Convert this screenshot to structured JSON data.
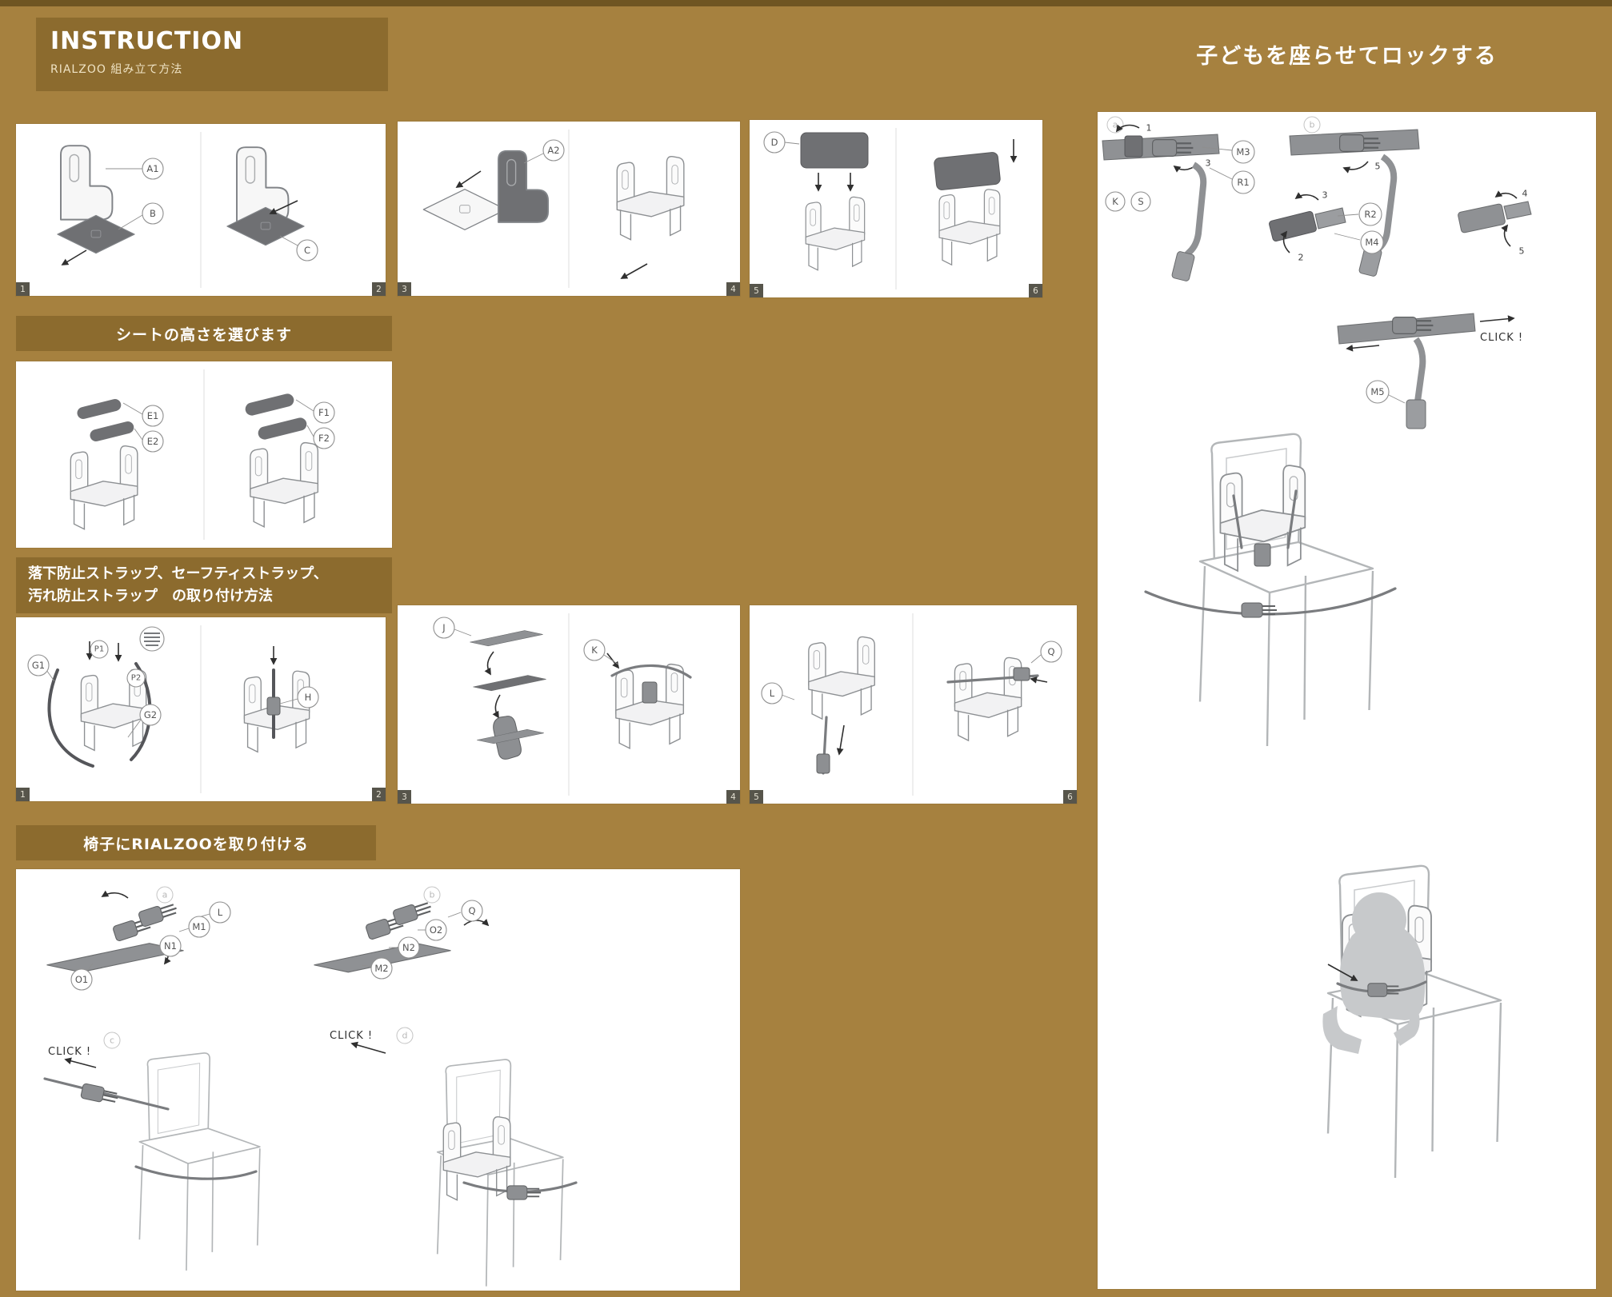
{
  "theme": {
    "bg": "#a6813f",
    "band": "#8c6b2e",
    "top_strip": "#6f5522",
    "panel": "#ffffff",
    "line": "#9aa0a3",
    "dark_part": "#6f7073",
    "ink": "#2f2f2f"
  },
  "header": {
    "title": "INSTRUCTION",
    "subtitle": "RIALZOO 組み立て方法"
  },
  "right_panel": {
    "heading": "子どもを座らせてロックする"
  },
  "section_headings": {
    "seat_height": "シートの高さを選びます",
    "straps_line1": "落下防止ストラップ、セーフティストラップ、",
    "straps_line2": "汚れ防止ストラップ　の取り付け方法",
    "attach_chair": "椅子にRIALZOOを取り付ける"
  },
  "steps": {
    "s1": "1",
    "s2": "2",
    "s3": "3",
    "s4": "4",
    "s5": "5",
    "s6": "6"
  },
  "callouts": {
    "A1": "A1",
    "B": "B",
    "C": "C",
    "A2": "A2",
    "D": "D",
    "E1": "E1",
    "E2": "E2",
    "F1": "F1",
    "F2": "F2",
    "G1": "G1",
    "G2": "G2",
    "P1": "P1",
    "P2": "P2",
    "H": "H",
    "J": "J",
    "K": "K",
    "L": "L",
    "Q": "Q",
    "M1": "M1",
    "N1": "N1",
    "O1": "O1",
    "M2": "M2",
    "N2": "N2",
    "O2": "O2",
    "M3": "M3",
    "R1": "R1",
    "S": "S",
    "R2": "R2",
    "M4": "M4",
    "M5": "M5"
  },
  "labels": {
    "click": "CLICK !"
  },
  "circled_letters": {
    "a": "a",
    "b": "b",
    "c": "c",
    "d": "d"
  },
  "arrow_numbers": {
    "n1": "1",
    "n2": "2",
    "n3": "3",
    "n4": "4",
    "n5": "5"
  }
}
